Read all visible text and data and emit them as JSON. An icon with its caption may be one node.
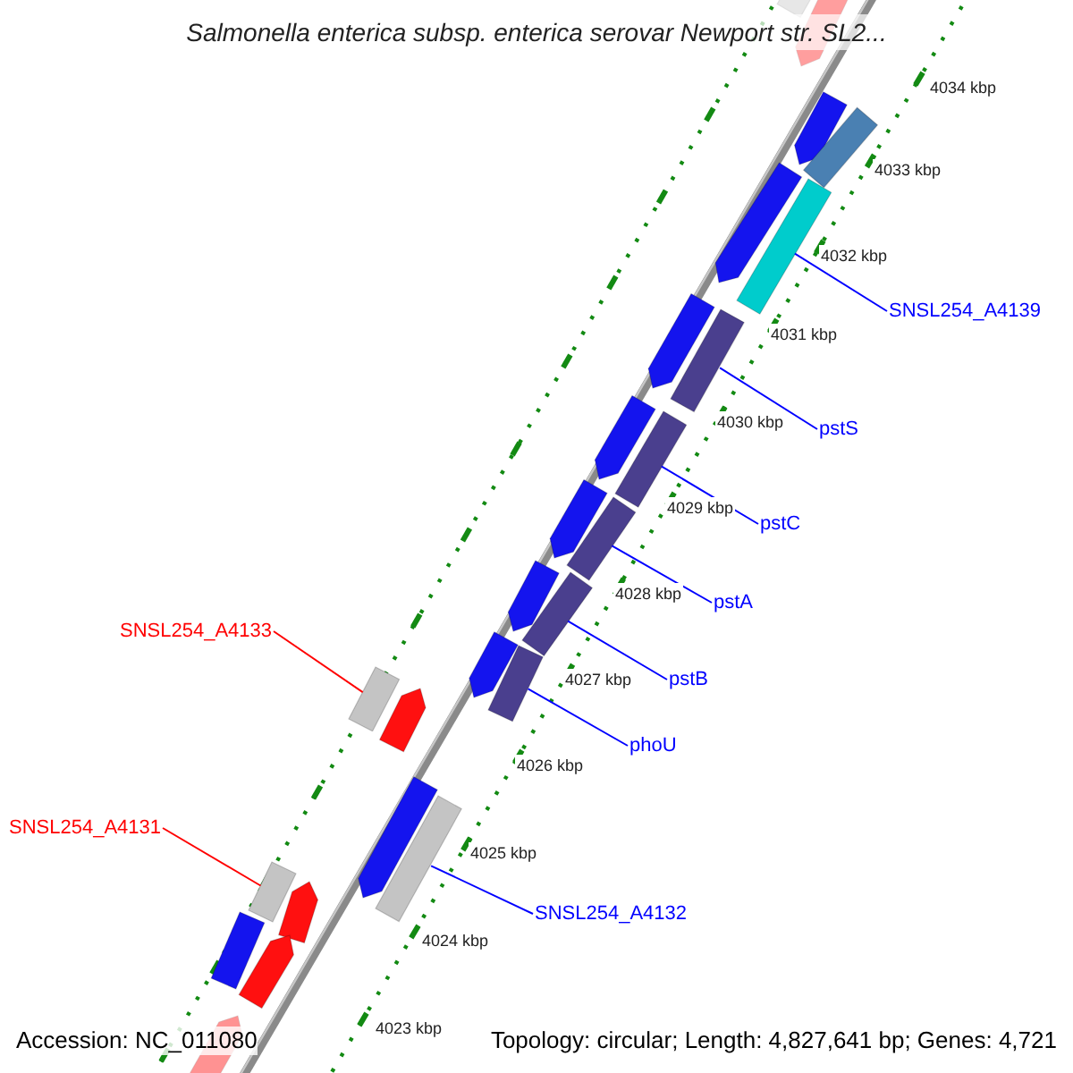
{
  "diagram": {
    "title": "Salmonella enterica subsp. enterica serovar Newport str. SL2...",
    "nodes": [
      {
        "text": [
          "SNSL254_A4139"
        ]
      },
      {
        "text": [],
        "shape": "bar"
      },
      {
        "text": [
          "pstS"
        ]
      },
      {
        "text": [],
        "shape": "bar"
      },
      {
        "text": [
          "pstC"
        ]
      },
      {
        "text": [],
        "shape": "bar"
      },
      {
        "text": [
          "pstA"
        ]
      },
      {
        "text": [],
        "shape": "bar"
      },
      {
        "text": [
          "pstB"
        ]
      },
      {
        "text": [],
        "shape": "bar"
      },
      {
        "text": [
          "phoU"
        ]
      },
      {
        "text": [],
        "shape": "bar"
      },
      {
        "text": [
          "SNSL254_A4132"
        ]
      },
      {
        "text": [],
        "shape": "bar"
      },
      {
        "text": [
          "SNSL254_A4133"
        ]
      },
      {
        "text": [],
        "shape": "bar"
      },
      {
        "text": [
          "SNSL254_A4131"
        ]
      },
      {
        "text": [],
        "shape": "bar"
      }
    ],
    "edges": [
      {
        "from": 0,
        "to": 1,
        "arrow": "none"
      },
      {
        "from": 2,
        "to": 3,
        "arrow": "none"
      },
      {
        "from": 4,
        "to": 5,
        "arrow": "none"
      },
      {
        "from": 6,
        "to": 7,
        "arrow": "none"
      },
      {
        "from": 8,
        "to": 9,
        "arrow": "none"
      },
      {
        "from": 10,
        "to": 11,
        "arrow": "none"
      },
      {
        "from": 12,
        "to": 13,
        "arrow": "none"
      },
      {
        "from": 14,
        "to": 15,
        "arrow": "none",
        "color": "#ff0000"
      },
      {
        "from": 16,
        "to": 17,
        "arrow": "none",
        "color": "#ff0000"
      }
    ],
    "labels": [
      "4034 kbp",
      "4033 kbp",
      "4032 kbp",
      "4031 kbp",
      "4030 kbp",
      "4029 kbp",
      "4028 kbp",
      "4027 kbp",
      "4026 kbp",
      "4025 kbp",
      "4024 kbp",
      "4023 kbp",
      "Accession: NC_011080",
      "Topology: circular; Length: 4,827,641 bp; Genes: 4,721"
    ]
  }
}
